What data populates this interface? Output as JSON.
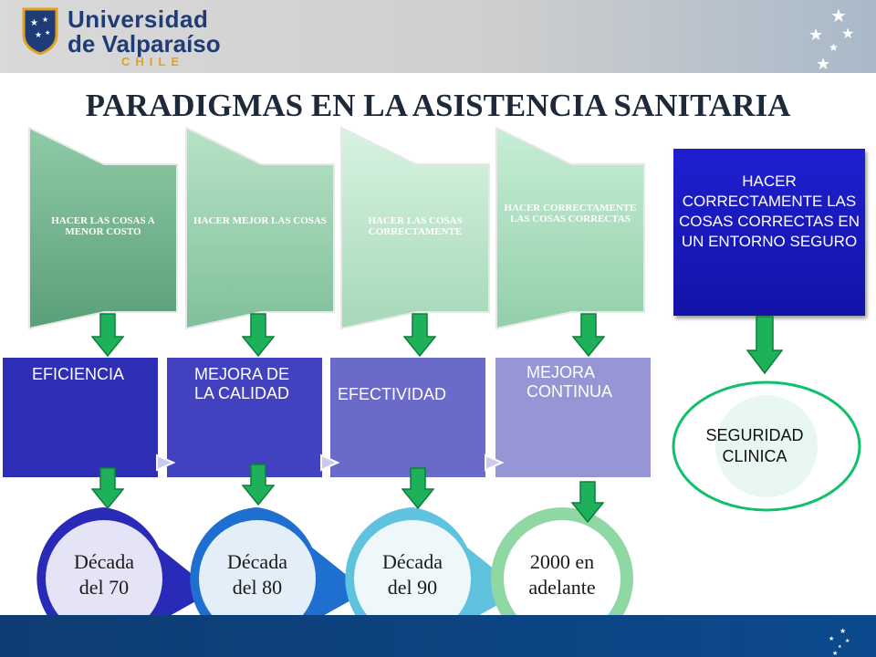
{
  "header": {
    "logo_line1": "Universidad",
    "logo_line2": "de Valparaíso",
    "logo_line3": "CHILE"
  },
  "title": "PARADIGMAS EN LA ASISTENCIA SANITARIA",
  "columns": [
    {
      "paradigm": "HACER LAS COSAS A MENOR COSTO",
      "concept": "EFICIENCIA",
      "decade": [
        "Década",
        "del 70"
      ]
    },
    {
      "paradigm": "HACER MEJOR LAS COSAS",
      "concept": "MEJORA DE LA CALIDAD",
      "decade": [
        "Década",
        "del 80"
      ]
    },
    {
      "paradigm": "HACER LAS COSAS CORRECTAMENTE",
      "concept": "EFECTIVIDAD",
      "decade": [
        "Década",
        "del 90"
      ]
    },
    {
      "paradigm": "HACER CORRECTAMENTE LAS COSAS CORRECTAS",
      "concept": "MEJORA CONTINUA",
      "decade": [
        "2000 en",
        "adelante"
      ]
    }
  ],
  "goal": {
    "text": "HACER CORRECTAMENTE LAS COSAS CORRECTAS EN UN ENTORNO SEGURO",
    "result": "SEGURIDAD CLINICA"
  },
  "colors": {
    "header_bg": "#d9d9d9",
    "title": "#1e2a3a",
    "arrow_green": "#1db15a",
    "goal_blue": "#1818c0",
    "footer_blue": "#0f3c74",
    "circle_green": "#0fbf6a"
  }
}
